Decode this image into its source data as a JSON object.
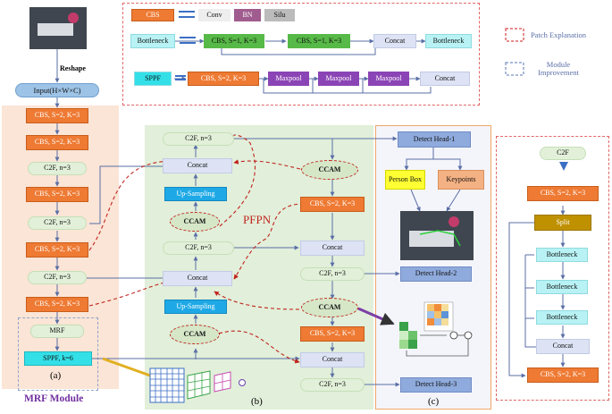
{
  "top_legend": {
    "cbs": "CBS",
    "conv": "Conv",
    "bn": "BN",
    "silu": "Silu",
    "bottleneck": "Bottleneck",
    "cbs_s1": "CBS, S=1, K=3",
    "concat": "Concat",
    "sppf": "SPPF",
    "cbs_s2": "CBS, S=2, K=3",
    "maxpool": "Maxpool"
  },
  "legend": {
    "patch": "Patch Explanation",
    "module": "Module Improvement"
  },
  "backbone": {
    "reshape": "Reshape",
    "input": "Input(H×W×C)",
    "cbs": "CBS, S=2, K=3",
    "c2f": "C2F, n=3",
    "mrf": "MRF",
    "sppf": "SPPF, k=6",
    "mrf_label": "MRF Module",
    "label": "(a)"
  },
  "neck": {
    "c2f": "C2F, n=3",
    "concat": "Concat",
    "upsampling": "Up-Sampling",
    "ccam": "CCAM",
    "cbs": "CBS, S=2, K=3",
    "pfpn": "PFPN",
    "label": "(b)"
  },
  "heads": {
    "head1": "Detect Head-1",
    "head2": "Detect Head-2",
    "head3": "Detect Head-3",
    "person": "Person Box",
    "keypoints": "Keypoints",
    "label": "(c)"
  },
  "c2f_detail": {
    "c2f": "C2F",
    "cbs": "CBS, S=2, K=3",
    "split": "Split",
    "bottleneck": "Bottleneck",
    "concat": "Concat"
  },
  "colors": {
    "cbs": "#ee7a33",
    "c2f": "#e2f0d9",
    "concat": "#dde3f4",
    "ccam_border": "#c0241e",
    "upsampling": "#1ea9e6",
    "head": "#8faadc",
    "bottleneck": "#b8f2f4",
    "split": "#bf9000",
    "patch_border": "#e06666",
    "module_border": "#8fa3cc"
  }
}
